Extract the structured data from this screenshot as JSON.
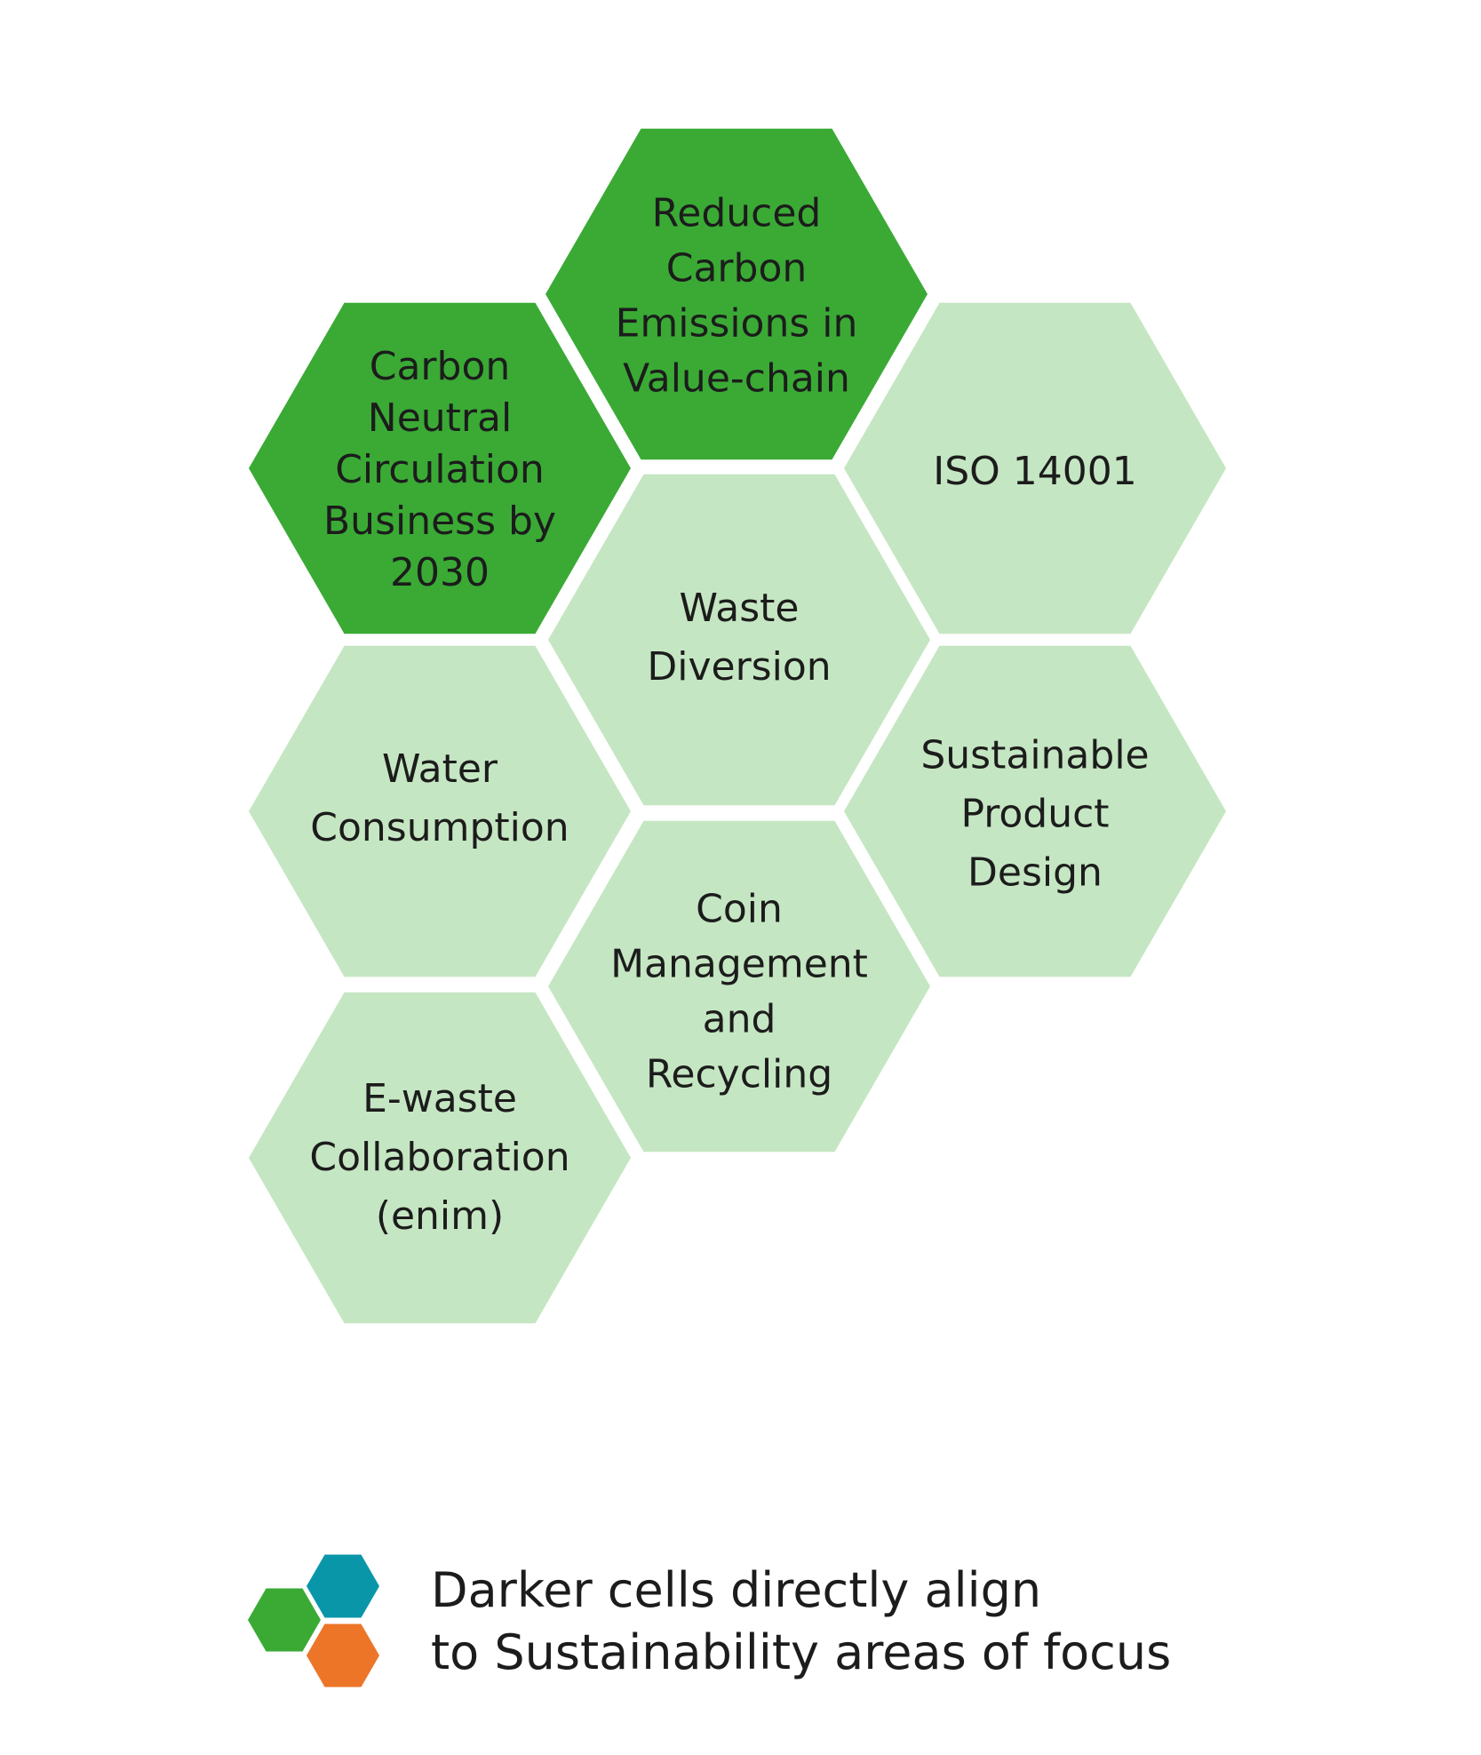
{
  "colors": {
    "dark": "#3aaa35",
    "light": "#c5e6c2",
    "text": "#1c1c1c",
    "legend_green": "#3aaa35",
    "legend_teal": "#0a96a9",
    "legend_orange": "#ec7528"
  },
  "cells": [
    {
      "id": "reduced-carbon",
      "tone": "dark",
      "lines": [
        "Reduced",
        "Carbon",
        "Emissions in",
        "Value-chain"
      ]
    },
    {
      "id": "carbon-neutral",
      "tone": "dark",
      "lines": [
        "Carbon",
        "Neutral",
        "Circulation",
        "Business by",
        "2030"
      ]
    },
    {
      "id": "iso-14001",
      "tone": "light",
      "lines": [
        "ISO 14001"
      ]
    },
    {
      "id": "waste-diversion",
      "tone": "light",
      "lines": [
        "Waste",
        "Diversion"
      ]
    },
    {
      "id": "water-consumption",
      "tone": "light",
      "lines": [
        "Water",
        "Consumption"
      ]
    },
    {
      "id": "sustainable-product-design",
      "tone": "light",
      "lines": [
        "Sustainable",
        "Product",
        "Design"
      ]
    },
    {
      "id": "coin-management",
      "tone": "light",
      "lines": [
        "Coin",
        "Management",
        "and",
        "Recycling"
      ]
    },
    {
      "id": "e-waste",
      "tone": "light",
      "lines": [
        "E-waste",
        "Collaboration",
        "(enim)"
      ]
    }
  ],
  "legend": {
    "line1": "Darker cells directly align",
    "line2": "to Sustainability areas of focus"
  }
}
